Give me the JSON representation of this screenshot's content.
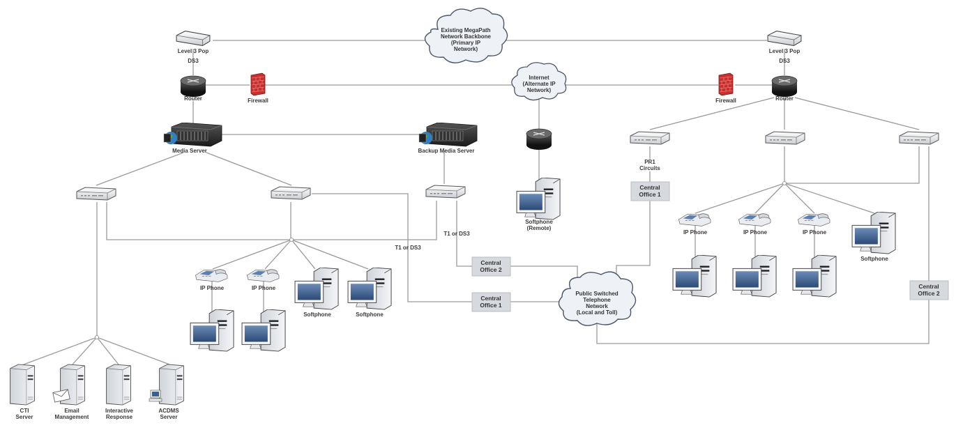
{
  "diagram": {
    "title": "Contact Center Network Diagram",
    "colors": {
      "line": "#9a9a9a",
      "firewall": "#c9302c",
      "router": "#2b2b2b",
      "cloud_fill": "#eef2f7",
      "cloud_stroke": "#4a5568",
      "office_box": "#d6d9dd",
      "screen": "#3d5f8c"
    },
    "clouds": {
      "megapath": [
        "Existing MegaPath",
        "Network Backbone",
        "(Primary IP",
        "Network)"
      ],
      "internet": [
        "Internet",
        "(Alternate IP",
        "Network)"
      ],
      "pstn": [
        "Public Switched",
        "Telephone",
        "Network",
        "(Local and Toll)"
      ]
    },
    "left_site": {
      "pop_label": "Level 3 Pop",
      "ds3_label": "DS3",
      "router_label": "Router",
      "firewall_label": "Firewall",
      "media_server_label": "Media Server",
      "backup_media_server_label": "Backup Media Server",
      "ip_phones": [
        "IP Phone",
        "IP Phone"
      ],
      "softphones": [
        "Softphone",
        "Softphone"
      ],
      "servers": [
        {
          "lines": [
            "CTI",
            "Server"
          ],
          "icon": "server-icon"
        },
        {
          "lines": [
            "Email",
            "Management"
          ],
          "icon": "email-server-icon"
        },
        {
          "lines": [
            "Interactive",
            "Response"
          ],
          "icon": "server-icon"
        },
        {
          "lines": [
            "ACDMS",
            "Server"
          ],
          "icon": "acd-server-icon"
        }
      ],
      "trunk_label_1": "T1 or DS3",
      "trunk_label_2": "T1 or DS3",
      "central_office_1": [
        "Central",
        "Office 1"
      ],
      "central_office_2": [
        "Central",
        "Office 2"
      ]
    },
    "remote": {
      "softphone_label": [
        "Softphone",
        "(Remote)"
      ]
    },
    "right_site": {
      "pop_label": "Level 3 Pop",
      "ds3_label": "DS3",
      "router_label": "Router",
      "firewall_label": "Firewall",
      "pri_label": [
        "PR1",
        "Circuits"
      ],
      "central_office_1": [
        "Central",
        "Office 1"
      ],
      "central_office_2": [
        "Central",
        "Office 2"
      ],
      "ip_phones": [
        "IP Phone",
        "IP Phone",
        "IP Phone"
      ],
      "softphone_label": "Softphone"
    }
  }
}
